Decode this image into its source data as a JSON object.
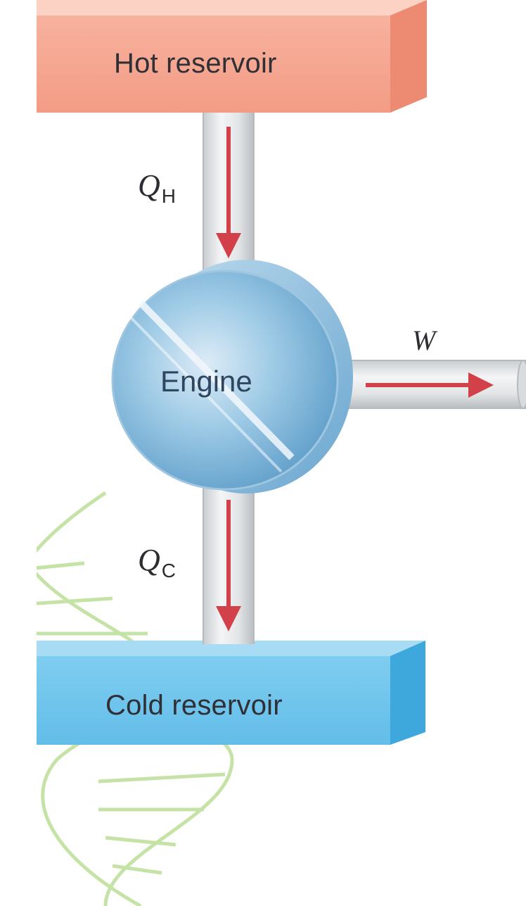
{
  "diagram": {
    "hot_reservoir": {
      "label": "Hot reservoir",
      "color": "#f5a893"
    },
    "cold_reservoir": {
      "label": "Cold reservoir",
      "color": "#6fc6ec"
    },
    "engine": {
      "label": "Engine",
      "color": "#8fc2e2"
    },
    "heat_in": {
      "symbol": "Q",
      "subscript": "H"
    },
    "heat_out": {
      "symbol": "Q",
      "subscript": "C"
    },
    "work": {
      "symbol": "W"
    },
    "arrow_color": "#d2404a",
    "watermark_color": "#c5e3a6"
  }
}
